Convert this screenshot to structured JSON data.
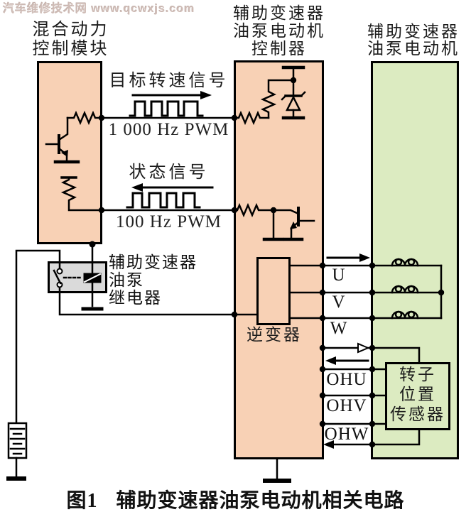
{
  "watermark": "汽车维修技术网 www.qcwxjs.com",
  "blocks": {
    "hybrid_control_module": {
      "title_line1": "混合动力",
      "title_line2": "控制模块"
    },
    "oil_pump_motor_controller": {
      "title_line1": "辅助变速器",
      "title_line2": "油泵电动机",
      "title_line3": "控制器"
    },
    "oil_pump_motor": {
      "title_line1": "辅助变速器",
      "title_line2": "油泵电动机"
    }
  },
  "signals": {
    "target_speed": {
      "label": "目标转速信号",
      "freq": "1 000 Hz PWM",
      "direction": "right"
    },
    "status": {
      "label": "状态信号",
      "freq": "100 Hz PWM",
      "direction": "left"
    }
  },
  "relay": {
    "line1": "辅助变速器",
    "line2": "油泵",
    "line3": "继电器"
  },
  "inverter_label": "逆变器",
  "phase_labels": {
    "u": "U",
    "v": "V",
    "w": "W"
  },
  "sensor_wire_labels": {
    "ohu": "OHU",
    "ohv": "OHV",
    "ohw": "OHW"
  },
  "rotor_sensor": {
    "line1": "转子",
    "line2": "位置",
    "line3": "传感器"
  },
  "caption": {
    "figure": "图1",
    "title": "辅助变速器油泵电动机相关电路"
  },
  "colors": {
    "module_fill": "#f8d1b5",
    "motor_fill": "#dcebc1",
    "relay_fill": "#dadada",
    "wire": "#000000",
    "watermark_text": "#cfbcb6"
  }
}
